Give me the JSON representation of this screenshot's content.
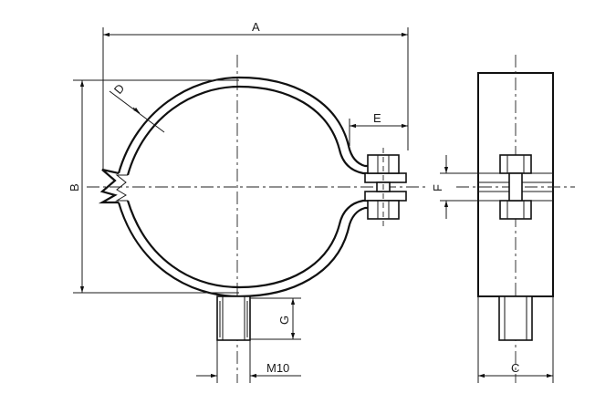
{
  "drawing": {
    "labels": {
      "A": "A",
      "B": "B",
      "C": "C",
      "D": "D",
      "E": "E",
      "F": "F",
      "G": "G",
      "thread": "M10"
    }
  }
}
